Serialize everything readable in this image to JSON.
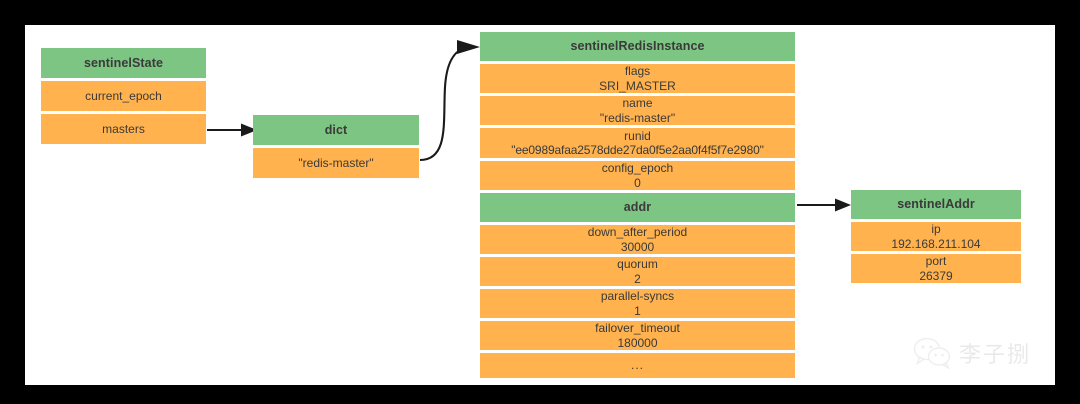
{
  "diagram": {
    "type": "structure-diagram",
    "colors": {
      "header_fill": "#7dc582",
      "field_fill": "#ffb24d",
      "text": "#3a3a3a",
      "connector": "#1a1a1a",
      "canvas": "#ffffff",
      "page_border": "#000000"
    },
    "boxes": [
      {
        "id": "sentinelState",
        "title": "sentinelState",
        "fields": [
          {
            "key": "current_epoch",
            "value": ""
          },
          {
            "key": "masters",
            "value": ""
          }
        ]
      },
      {
        "id": "dict",
        "title": "dict",
        "fields": [
          {
            "key": "\"redis-master\"",
            "value": ""
          }
        ]
      },
      {
        "id": "sentinelRedisInstance",
        "title": "sentinelRedisInstance",
        "fields": [
          {
            "key": "flags",
            "value": "SRI_MASTER"
          },
          {
            "key": "name",
            "value": "\"redis-master\""
          },
          {
            "key": "runid",
            "value": "\"ee0989afaa2578dde27da0f5e2aa0f4f5f7e2980\""
          },
          {
            "key": "config_epoch",
            "value": "0"
          },
          {
            "key": "addr",
            "value": "",
            "style": "header"
          },
          {
            "key": "down_after_period",
            "value": "30000"
          },
          {
            "key": "quorum",
            "value": "2"
          },
          {
            "key": "parallel-syncs",
            "value": "1"
          },
          {
            "key": "failover_timeout",
            "value": "180000"
          },
          {
            "key": "...",
            "value": ""
          }
        ]
      },
      {
        "id": "sentinelAddr",
        "title": "sentinelAddr",
        "fields": [
          {
            "key": "ip",
            "value": "192.168.211.104"
          },
          {
            "key": "port",
            "value": "26379"
          }
        ]
      }
    ],
    "connectors": [
      {
        "from": "sentinelState.masters",
        "to": "dict",
        "shape": "straight-arrow"
      },
      {
        "from": "dict.redis-master",
        "to": "sentinelRedisInstance",
        "shape": "s-curve-arrow"
      },
      {
        "from": "sentinelRedisInstance.addr",
        "to": "sentinelAddr",
        "shape": "straight-arrow"
      }
    ]
  },
  "watermark": {
    "icon": "wechat-icon",
    "text": "李子捌"
  }
}
